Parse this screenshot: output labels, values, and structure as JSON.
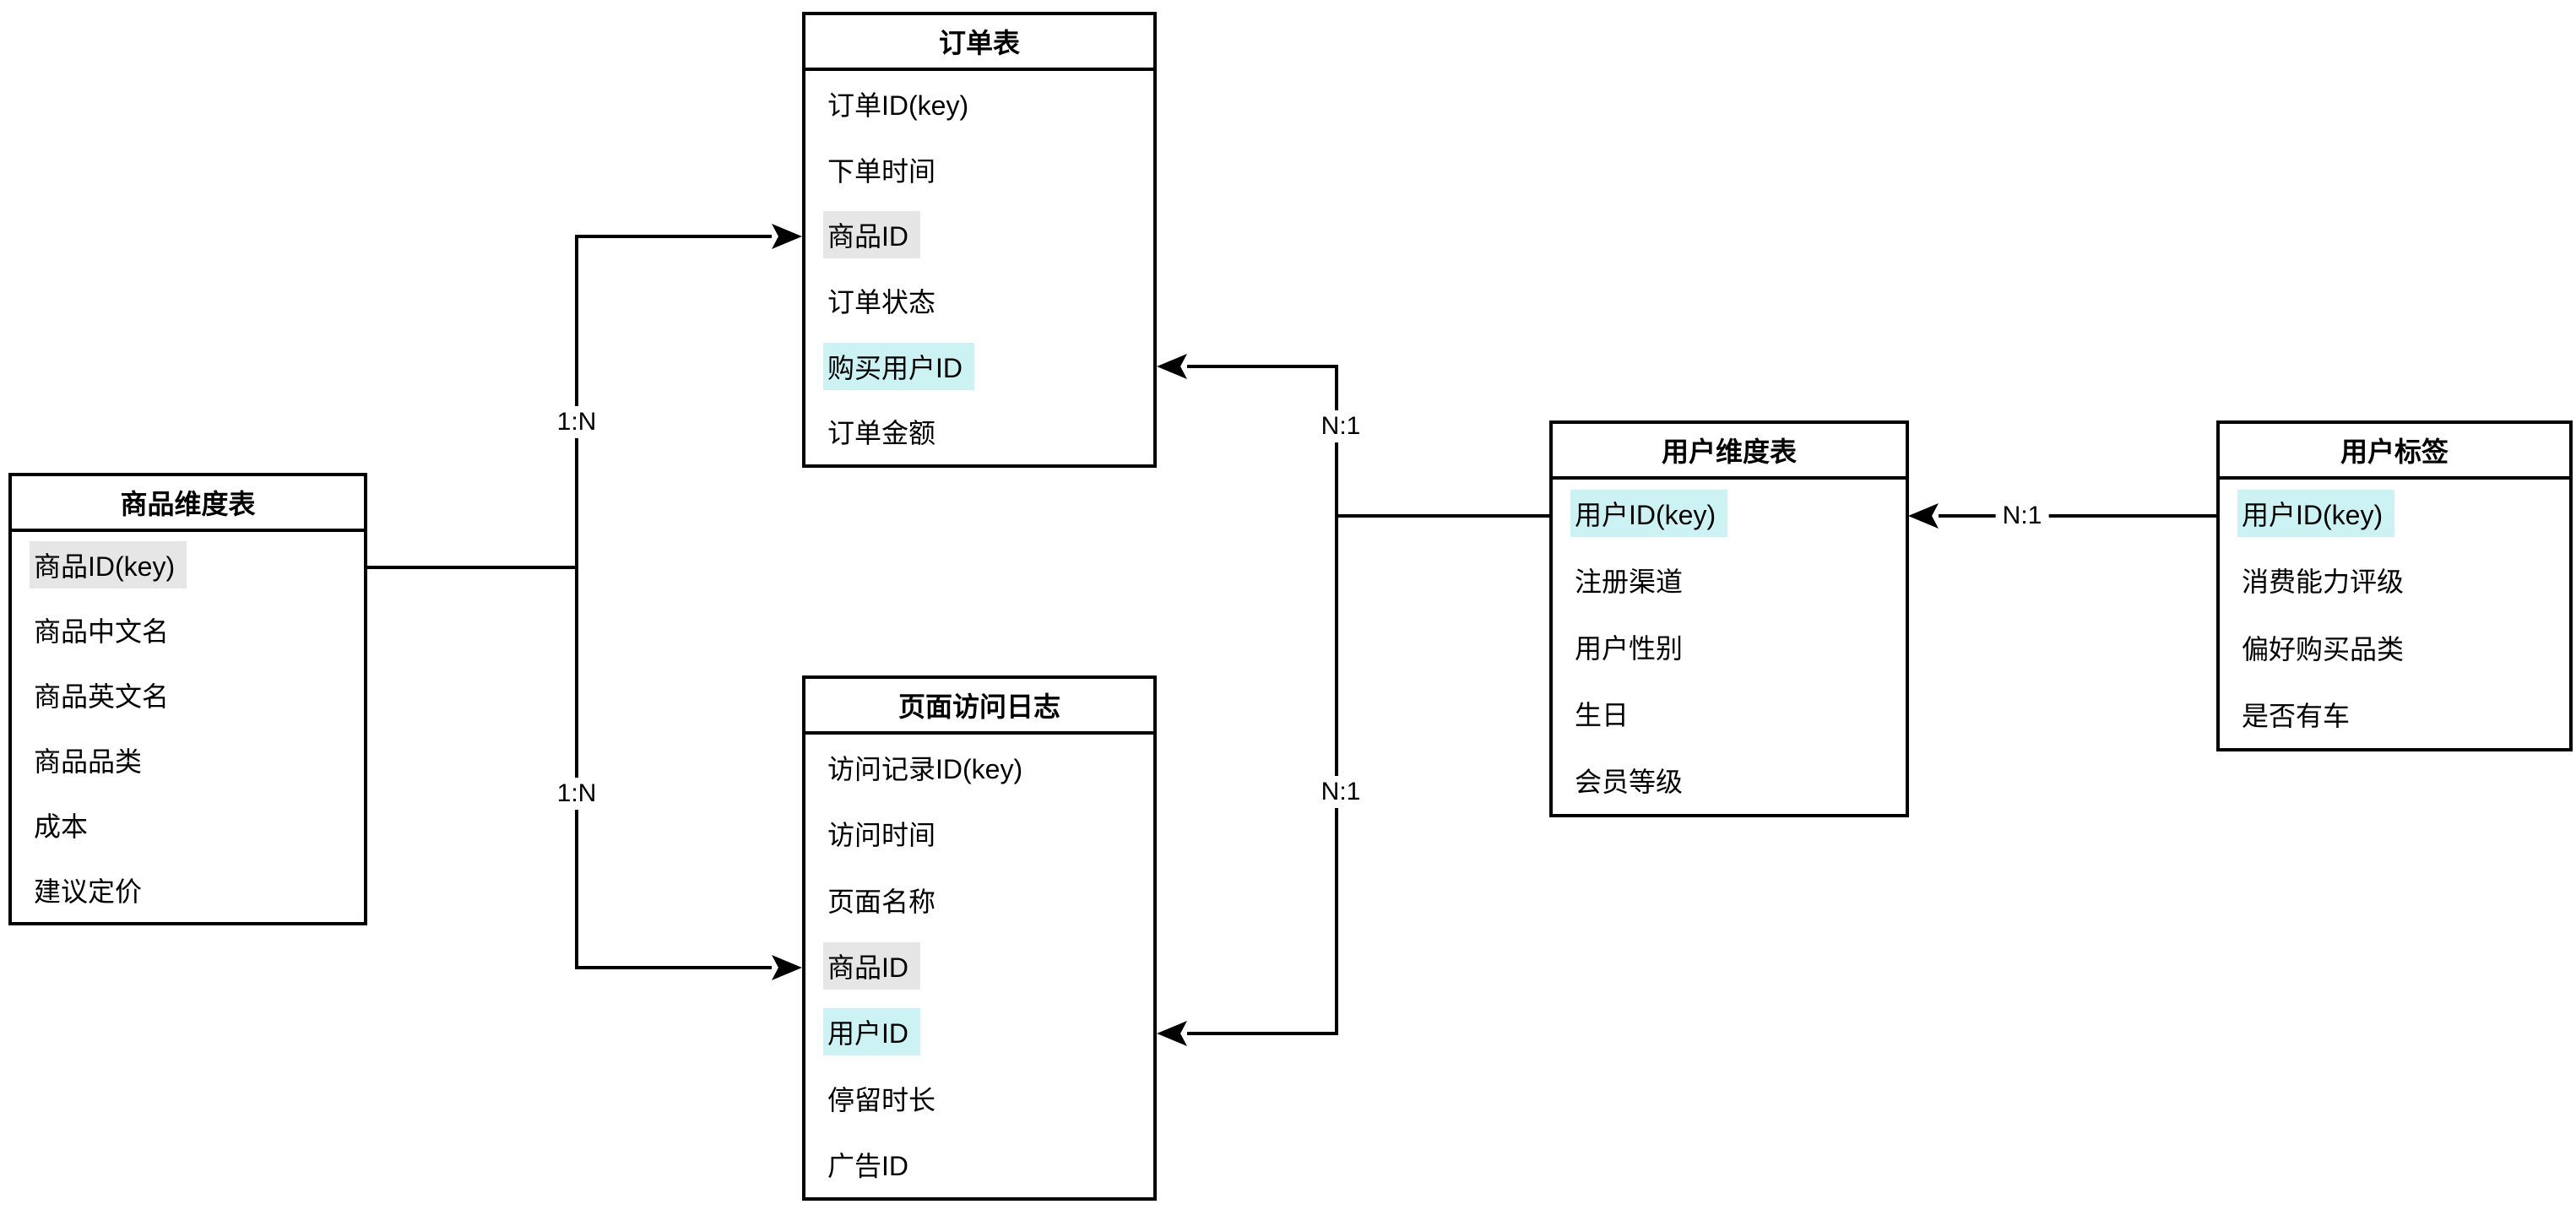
{
  "colors": {
    "gray_highlight": "#e6e6e6",
    "cyan_highlight": "#ccf2f4",
    "line_color": "#000000",
    "background": "#ffffff"
  },
  "tables": {
    "order": {
      "title": "订单表",
      "fields": [
        {
          "text": "订单ID(key)",
          "hl": "none"
        },
        {
          "text": "下单时间",
          "hl": "none"
        },
        {
          "text": "商品ID",
          "hl": "gray"
        },
        {
          "text": "订单状态",
          "hl": "none"
        },
        {
          "text": "购买用户ID",
          "hl": "cyan"
        },
        {
          "text": "订单金额",
          "hl": "none"
        }
      ]
    },
    "product": {
      "title": "商品维度表",
      "fields": [
        {
          "text": "商品ID(key)",
          "hl": "gray"
        },
        {
          "text": "商品中文名",
          "hl": "none"
        },
        {
          "text": "商品英文名",
          "hl": "none"
        },
        {
          "text": "商品品类",
          "hl": "none"
        },
        {
          "text": "成本",
          "hl": "none"
        },
        {
          "text": "建议定价",
          "hl": "none"
        }
      ]
    },
    "pagelog": {
      "title": "页面访问日志",
      "fields": [
        {
          "text": "访问记录ID(key)",
          "hl": "none"
        },
        {
          "text": "访问时间",
          "hl": "none"
        },
        {
          "text": "页面名称",
          "hl": "none"
        },
        {
          "text": "商品ID",
          "hl": "gray"
        },
        {
          "text": "用户ID",
          "hl": "cyan"
        },
        {
          "text": "停留时长",
          "hl": "none"
        },
        {
          "text": "广告ID",
          "hl": "none"
        }
      ]
    },
    "userdim": {
      "title": "用户维度表",
      "fields": [
        {
          "text": "用户ID(key)",
          "hl": "cyan"
        },
        {
          "text": "注册渠道",
          "hl": "none"
        },
        {
          "text": "用户性别",
          "hl": "none"
        },
        {
          "text": "生日",
          "hl": "none"
        },
        {
          "text": "会员等级",
          "hl": "none"
        }
      ]
    },
    "usertag": {
      "title": "用户标签",
      "fields": [
        {
          "text": "用户ID(key)",
          "hl": "cyan"
        },
        {
          "text": "消费能力评级",
          "hl": "none"
        },
        {
          "text": "偏好购买品类",
          "hl": "none"
        },
        {
          "text": "是否有车",
          "hl": "none"
        }
      ]
    }
  },
  "relationships": {
    "product_order": "1:N",
    "product_pagelog": "1:N",
    "userdim_order": "N:1",
    "userdim_pagelog": "N:1",
    "usertag_userdim": "N:1"
  }
}
